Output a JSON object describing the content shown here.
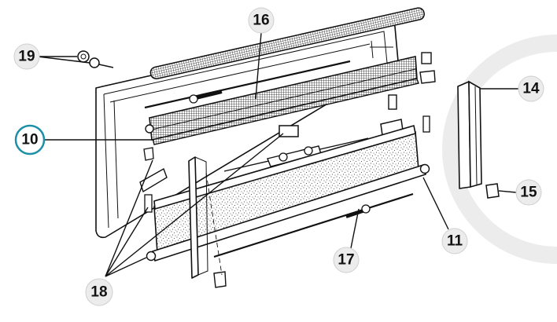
{
  "callouts": [
    {
      "id": "c19",
      "label": "19"
    },
    {
      "id": "c16",
      "label": "16"
    },
    {
      "id": "c14",
      "label": "14"
    },
    {
      "id": "c10",
      "label": "10",
      "highlight": true
    },
    {
      "id": "c15",
      "label": "15"
    },
    {
      "id": "c11",
      "label": "11"
    },
    {
      "id": "c17",
      "label": "17"
    },
    {
      "id": "c18",
      "label": "18"
    }
  ],
  "colors": {
    "highlight": "#1d8fa6",
    "ink": "#111111",
    "badge": "#ececec",
    "watermark": "#ececec"
  }
}
